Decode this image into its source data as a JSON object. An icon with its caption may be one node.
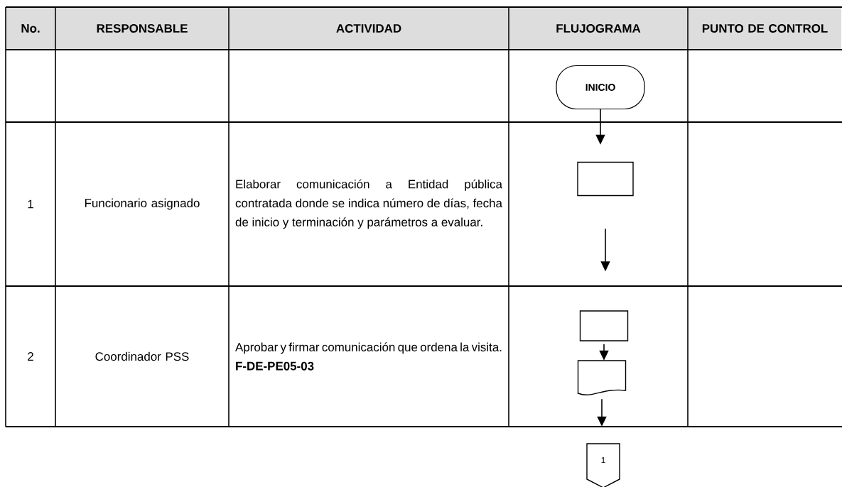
{
  "diagram": {
    "nodes": [
      {
        "text": [
          "INICIO"
        ]
      },
      {
        "text": [],
        "shape": "box"
      },
      {
        "text": [],
        "shape": "box"
      },
      {
        "text": [],
        "shape": "document"
      },
      {
        "text": [
          "1"
        ]
      }
    ],
    "edges": [
      {
        "from": 0,
        "to": 1,
        "arrow": "to"
      },
      {
        "from": 1,
        "to": 2,
        "arrow": "to"
      },
      {
        "from": 2,
        "to": 3,
        "arrow": "to"
      },
      {
        "from": 3,
        "to": 4,
        "arrow": "to"
      }
    ],
    "labels": [
      "No.",
      "RESPONSABLE",
      "ACTIVIDAD",
      "FLUJOGRAMA",
      "PUNTO DE CONTROL",
      "1",
      "Funcionario asignado",
      "Elaborar comunicación a Entidad pública contratada donde se indica número de días, fecha de inicio y terminación y parámetros a evaluar.",
      "2",
      "Coordinador PSS",
      "Aprobar y firmar comunicación que ordena la visita. **F-DE-PE05-03**"
    ]
  }
}
